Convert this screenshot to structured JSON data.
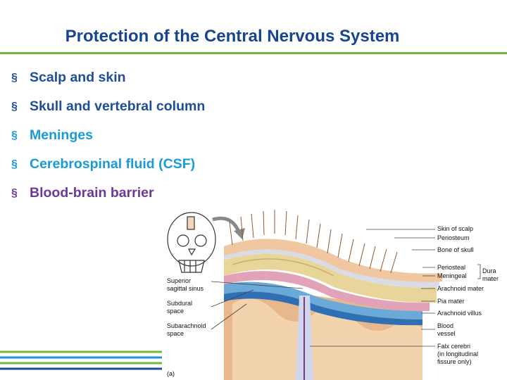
{
  "slide": {
    "title": "Protection of the Central Nervous System",
    "accent_color": "#7cb342",
    "title_color": "#17458f"
  },
  "bullets": [
    {
      "marker": "§",
      "text": "Scalp and skin"
    },
    {
      "marker": "§",
      "text": "Skull and vertebral column"
    },
    {
      "marker": "§",
      "text": "Meninges"
    },
    {
      "marker": "§",
      "text": "Cerebrospinal fluid (CSF)"
    },
    {
      "marker": "§",
      "text": "Blood-brain barrier"
    }
  ],
  "figure": {
    "icons": [
      "skull-icon",
      "arrow-icon"
    ],
    "left_labels": [
      {
        "line1": "Superior",
        "line2": "sagittal sinus"
      },
      {
        "line1": "Subdural",
        "line2": "space"
      },
      {
        "line1": "Subarachnoid",
        "line2": "space"
      }
    ],
    "right_labels": [
      {
        "text": "Skin of scalp"
      },
      {
        "text": "Periosteum"
      },
      {
        "text": "Bone of skull"
      },
      {
        "text": "Periosteal"
      },
      {
        "text": "Meningeal"
      },
      {
        "text": "Arachnoid mater"
      },
      {
        "text": "Pia mater"
      },
      {
        "text": "Arachnoid villus"
      },
      {
        "text": "Blood vessel",
        "line1": "Blood",
        "line2": "vessel"
      },
      {
        "line1": "Falx cerebri",
        "line2": "(in longitudinal",
        "line3": "fissure only)"
      }
    ],
    "dura_label": {
      "line1": "Dura",
      "line2": "mater"
    },
    "panel_label": "(a)"
  }
}
